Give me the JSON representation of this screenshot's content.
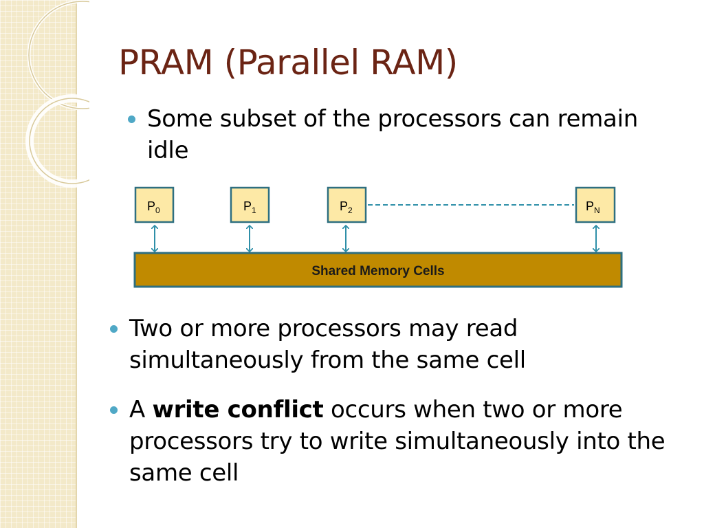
{
  "slide": {
    "title": "PRAM (Parallel RAM)",
    "bullets": [
      {
        "text": "Some subset of the processors can remain idle"
      },
      {
        "text": "Two or more processors may read simultaneously from the same cell"
      },
      {
        "prefix": "A ",
        "bold": "write conflict",
        "suffix": " occurs when two or more processors try to write simultaneously into the same cell"
      }
    ]
  },
  "diagram": {
    "processors": [
      {
        "base": "P",
        "sub": "0"
      },
      {
        "base": "P",
        "sub": "1"
      },
      {
        "base": "P",
        "sub": "2"
      },
      {
        "base": "P",
        "sub": "N"
      }
    ],
    "memory_label": "Shared Memory Cells"
  },
  "colors": {
    "title": "#6b2414",
    "bullet": "#4fa8c6",
    "processor_fill": "#fde9a6",
    "processor_border": "#2e6f80",
    "memory_fill": "#c08a00",
    "memory_border": "#2e6f80",
    "arrow": "#2e8fa8",
    "band": "#f3e9c9"
  }
}
